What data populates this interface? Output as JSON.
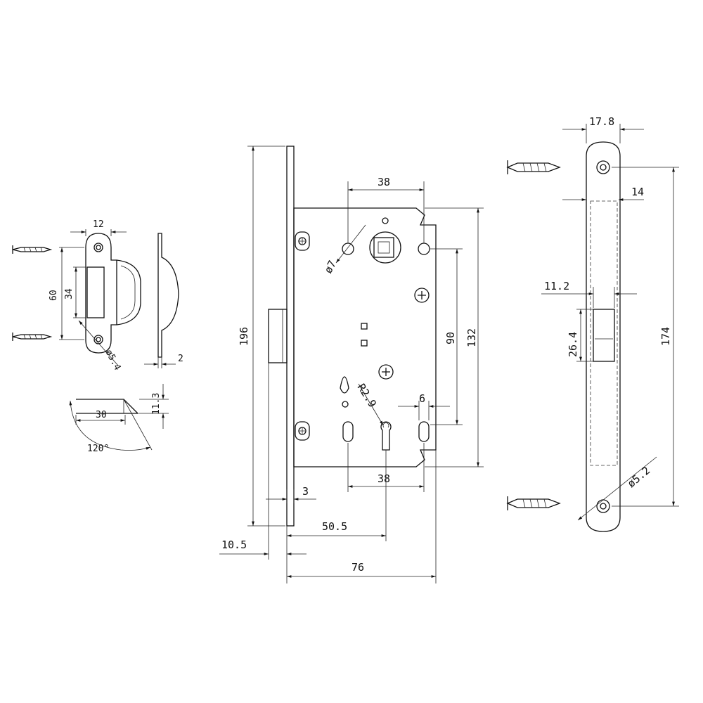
{
  "dimensions": {
    "strike_width": "12",
    "strike_height": "60",
    "strike_slot": "34",
    "strike_hole": "ø5.4",
    "strike_thickness": "2",
    "latch_depth": "30",
    "latch_height": "11.3",
    "latch_angle": "120°",
    "handle_hole": "ø7",
    "top_spacing": "38",
    "faceplate_height": "196",
    "case_height": "132",
    "center_distance": "90",
    "keyhole_radius": "R2.9",
    "keyhole_width": "6",
    "bottom_spacing": "38",
    "plate_thickness": "3",
    "backset": "50.5",
    "plate_offset": "10.5",
    "case_depth": "76",
    "faceplate_width": "17.8",
    "faceplate_top": "14",
    "latch_offset": "11.2",
    "latch_window": "26.4",
    "faceplate_screw_span": "174",
    "faceplate_hole": "ø5.2"
  }
}
